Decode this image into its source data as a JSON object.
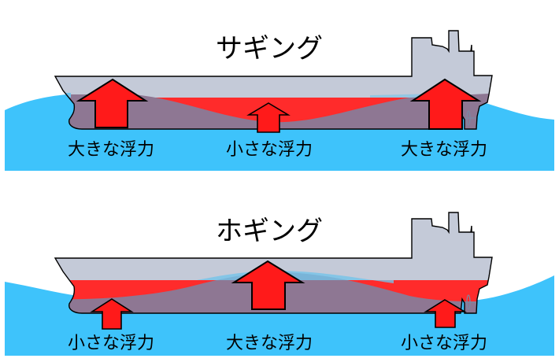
{
  "panels": [
    {
      "id": "sagging",
      "title": "サギング",
      "labels": [
        "大きな浮力",
        "小さな浮力",
        "大きな浮力"
      ],
      "buoyancy": [
        "large",
        "small",
        "large"
      ]
    },
    {
      "id": "hogging",
      "title": "ホギング",
      "labels": [
        "小さな浮力",
        "大きな浮力",
        "小さな浮力"
      ],
      "buoyancy": [
        "small",
        "large",
        "small"
      ]
    }
  ],
  "colors": {
    "water": "#3ec3fb",
    "hull": "#c4cad8",
    "hull_red": "#ff2b2b",
    "submerged": "#8e7793",
    "arrow": "#ff1a1a",
    "outline": "#000000"
  }
}
